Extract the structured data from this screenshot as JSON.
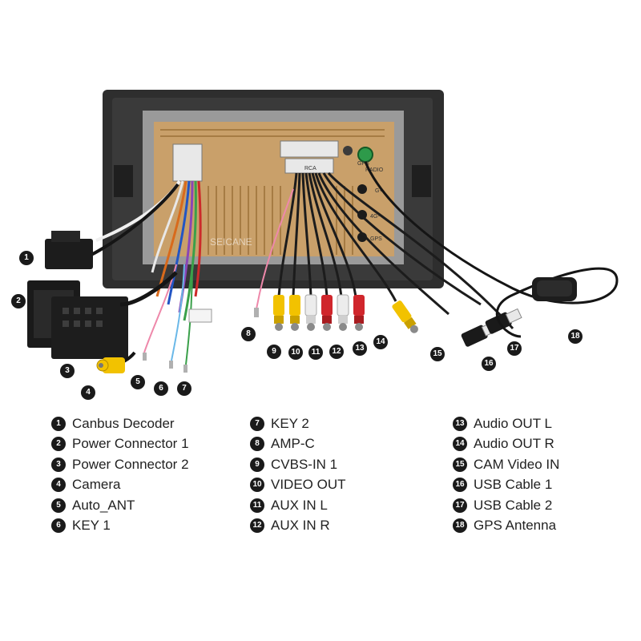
{
  "product": {
    "watermark": "SEICANE",
    "unit_labels": [
      "GPS",
      "RADIO",
      "G+",
      "4G-",
      "GPS",
      "RCA"
    ]
  },
  "colors": {
    "frame": "#2e2e2e",
    "board": "#c9a06a",
    "cable_black": "#1c1c1c",
    "rca_yellow": "#f2c200",
    "rca_red": "#d0262c",
    "rca_white": "#ececec"
  },
  "markers": [
    "1",
    "2",
    "3",
    "4",
    "5",
    "6",
    "7",
    "8",
    "9",
    "10",
    "11",
    "12",
    "13",
    "14",
    "15",
    "16",
    "17",
    "18"
  ],
  "legend": {
    "col1": [
      {
        "num": "1",
        "label": "Canbus Decoder"
      },
      {
        "num": "2",
        "label": "Power Connector 1"
      },
      {
        "num": "3",
        "label": "Power Connector 2"
      },
      {
        "num": "4",
        "label": "Camera"
      },
      {
        "num": "5",
        "label": "Auto_ANT"
      },
      {
        "num": "6",
        "label": "KEY 1"
      }
    ],
    "col2": [
      {
        "num": "7",
        "label": "KEY 2"
      },
      {
        "num": "8",
        "label": "AMP-C"
      },
      {
        "num": "9",
        "label": "CVBS-IN 1"
      },
      {
        "num": "10",
        "label": "VIDEO OUT"
      },
      {
        "num": "11",
        "label": "AUX IN L"
      },
      {
        "num": "12",
        "label": "AUX IN R"
      }
    ],
    "col3": [
      {
        "num": "13",
        "label": "Audio OUT L"
      },
      {
        "num": "14",
        "label": "Audio OUT R"
      },
      {
        "num": "15",
        "label": "CAM Video IN"
      },
      {
        "num": "16",
        "label": "USB Cable 1"
      },
      {
        "num": "17",
        "label": "USB Cable 2"
      },
      {
        "num": "18",
        "label": "GPS Antenna"
      }
    ]
  }
}
